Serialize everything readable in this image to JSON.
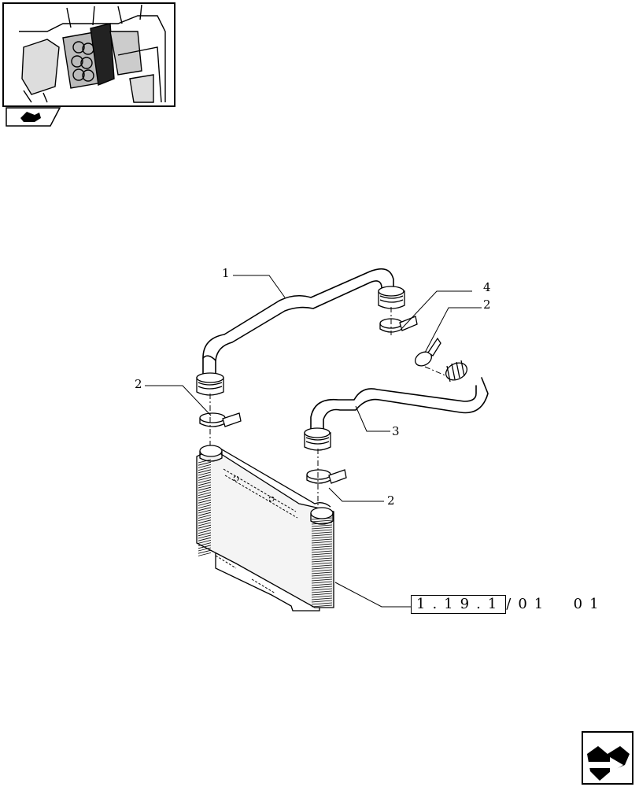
{
  "thumbnail": {
    "icon": "tractor-engine-thumbnail",
    "tab_icon": "book-tab-icon"
  },
  "callouts": [
    {
      "id": "c1",
      "label": "1"
    },
    {
      "id": "c4",
      "label": "4"
    },
    {
      "id": "c2a",
      "label": "2"
    },
    {
      "id": "c2b",
      "label": "2"
    },
    {
      "id": "c3",
      "label": "3"
    },
    {
      "id": "c2c",
      "label": "2"
    }
  ],
  "reference": {
    "boxed": "1.19.1",
    "rest": "/01  01"
  },
  "nav": {
    "icon": "next-page-arrow-icon"
  },
  "colors": {
    "line": "#000000",
    "background": "#ffffff"
  }
}
